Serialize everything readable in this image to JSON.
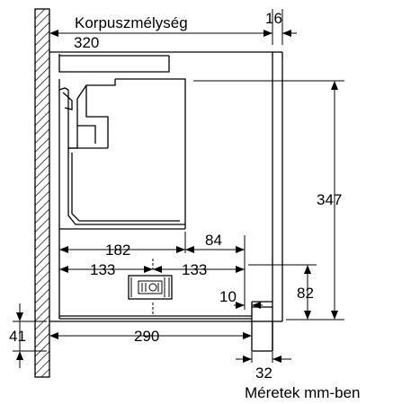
{
  "labels": {
    "depth_title": "Korpuszmélység",
    "units_note": "Méretek mm-ben"
  },
  "dimensions": {
    "cabinet_depth": "320",
    "front_panel": "16",
    "height_total": "347",
    "height_lower": "82",
    "width_182": "182",
    "width_84": "84",
    "width_133_left": "133",
    "width_133_right": "133",
    "offset_10": "10",
    "depth_290": "290",
    "bottom_41": "41",
    "front_32": "32"
  },
  "colors": {
    "line": "#000000",
    "background": "#ffffff"
  }
}
